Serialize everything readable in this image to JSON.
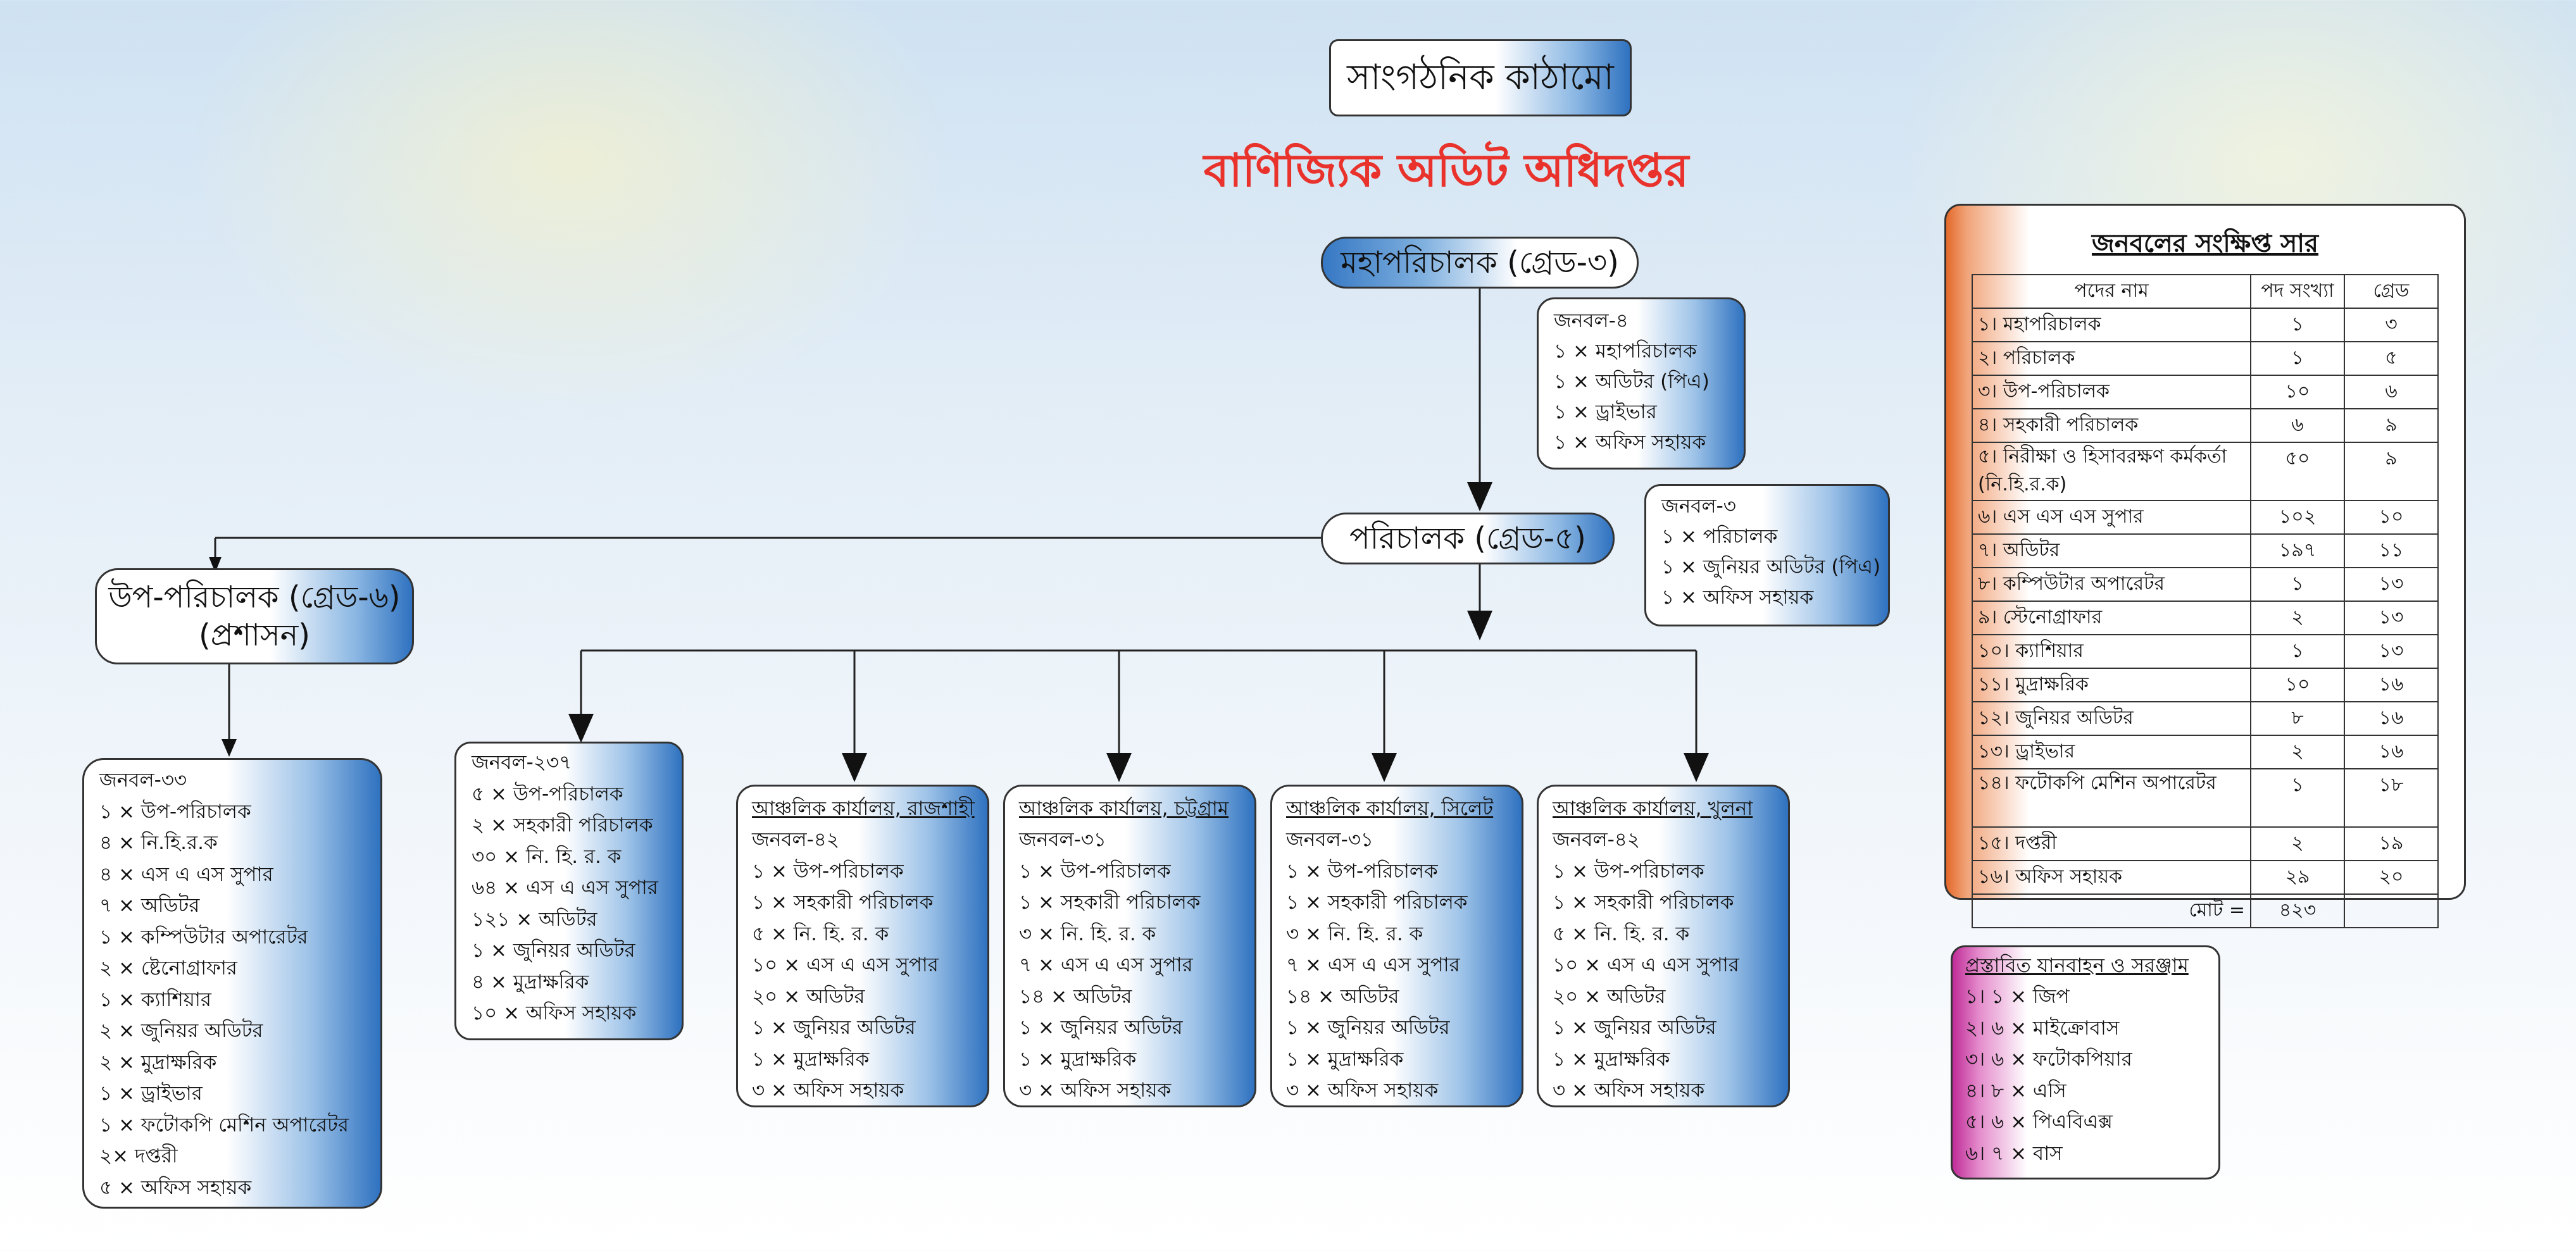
{
  "header": {
    "badge": "সাংগঠনিক কাঠামো",
    "title": "বাণিজ্যিক অডিট অধিদপ্তর"
  },
  "top": {
    "label": "মহাপরিচালক (গ্রেড-৩)",
    "manpower_label": "জনবল-৪",
    "items": [
      "১ × মহাপরিচালক",
      "১ × অডিটর (পিএ)",
      "১ × ড্রাইভার",
      "১ × অফিস সহায়ক"
    ]
  },
  "director": {
    "label": "পরিচালক (গ্রেড-৫)",
    "manpower_label": "জনবল-৩",
    "items": [
      "১ × পরিচালক",
      "১ × জুনিয়র অডিটর (পিএ)",
      "১ × অফিস সহায়ক"
    ]
  },
  "admin": {
    "label_line1": "উপ-পরিচালক (গ্রেড-৬)",
    "label_line2": "(প্রশাসন)",
    "manpower_label": "জনবল-৩৩",
    "items": [
      "১ × উপ-পরিচালক",
      "৪ × নি.হি.র.ক",
      "৪ × এস এ এস সুপার",
      "৭ × অডিটর",
      "১ × কম্পিউটার অপারেটর",
      "২ × ষ্টেনোগ্রাফার",
      "১ × ক্যাশিয়ার",
      "২ × জুনিয়র অডিটর",
      "২ × মুদ্রাক্ষরিক",
      "১ × ড্রাইভার",
      "১ × ফটোকপি মেশিন অপারেটর",
      "২× দপ্তরী",
      "৫ × অফিস সহায়ক"
    ]
  },
  "hq": {
    "manpower_label": "জনবল-২৩৭",
    "items": [
      "৫ × উপ-পরিচালক",
      "২ × সহকারী পরিচালক",
      "৩০ × নি. হি. র. ক",
      "৬৪ × এস এ এস সুপার",
      "১২১ × অডিটর",
      "১ × জুনিয়র অডিটর",
      "৪ × মুদ্রাক্ষরিক",
      "১০ × অফিস সহায়ক"
    ]
  },
  "regions": [
    {
      "title": "আঞ্চলিক কার্যালয়, রাজশাহী",
      "manpower_label": "জনবল-৪২",
      "items": [
        "১ × উপ-পরিচালক",
        "১ × সহকারী পরিচালক",
        "৫ × নি. হি. র. ক",
        "১০ × এস এ এস সুপার",
        "২০ × অডিটর",
        "১ × জুনিয়র অডিটর",
        "১ × মুদ্রাক্ষরিক",
        "৩ × অফিস সহায়ক"
      ]
    },
    {
      "title": "আঞ্চলিক কার্যালয়, চট্টগ্রাম",
      "manpower_label": "জনবল-৩১",
      "items": [
        "১ × উপ-পরিচালক",
        "১ × সহকারী পরিচালক",
        "৩ × নি. হি. র. ক",
        "৭ × এস এ এস সুপার",
        "১৪ × অডিটর",
        "১ × জুনিয়র অডিটর",
        "১ × মুদ্রাক্ষরিক",
        "৩ × অফিস সহায়ক"
      ]
    },
    {
      "title": "আঞ্চলিক কার্যালয়, সিলেট",
      "manpower_label": "জনবল-৩১",
      "items": [
        "১ × উপ-পরিচালক",
        "১ × সহকারী পরিচালক",
        "৩ × নি. হি. র. ক",
        "৭ × এস এ এস সুপার",
        "১৪ × অডিটর",
        "১ × জুনিয়র অডিটর",
        "১ × মুদ্রাক্ষরিক",
        "৩ × অফিস সহায়ক"
      ]
    },
    {
      "title": "আঞ্চলিক কার্যালয়, খুলনা",
      "manpower_label": "জনবল-৪২",
      "items": [
        "১ × উপ-পরিচালক",
        "১ × সহকারী পরিচালক",
        "৫ × নি. হি. র. ক",
        "১০ × এস এ এস সুপার",
        "২০ × অডিটর",
        "১ × জুনিয়র অডিটর",
        "১ × মুদ্রাক্ষরিক",
        "৩ × অফিস সহায়ক"
      ]
    }
  ],
  "summary": {
    "title": "জনবলের সংক্ষিপ্ত সার",
    "columns": [
      "পদের নাম",
      "পদ সংখ্যা",
      "গ্রেড"
    ],
    "rows": [
      [
        "১। মহাপরিচালক",
        "১",
        "৩"
      ],
      [
        "২। পরিচালক",
        "১",
        "৫"
      ],
      [
        "৩। উপ-পরিচালক",
        "১০",
        "৬"
      ],
      [
        "৪। সহকারী পরিচালক",
        "৬",
        "৯"
      ],
      [
        "৫। নিরীক্ষা ও হিসাবরক্ষণ কর্মকর্তা (নি.হি.র.ক)",
        "৫০",
        "৯"
      ],
      [
        "৬। এস এস এস সুপার",
        "১০২",
        "১০"
      ],
      [
        "৭। অডিটর",
        "১৯৭",
        "১১"
      ],
      [
        "৮। কম্পিউটার অপারেটর",
        "১",
        "১৩"
      ],
      [
        "৯। স্টেনোগ্রাফার",
        "২",
        "১৩"
      ],
      [
        "১০। ক্যাশিয়ার",
        "১",
        "১৩"
      ],
      [
        "১১। মুদ্রাক্ষরিক",
        "১০",
        "১৬"
      ],
      [
        "১২। জুনিয়র অডিটর",
        "৮",
        "১৬"
      ],
      [
        "১৩। ড্রাইভার",
        "২",
        "১৬"
      ],
      [
        "১৪। ফটোকপি মেশিন অপারেটর",
        "১",
        "১৮"
      ],
      [
        "১৫। দপ্তরী",
        "২",
        "১৯"
      ],
      [
        "১৬। অফিস সহায়ক",
        "২৯",
        "২০"
      ]
    ],
    "total_label": "মোট =",
    "total_value": "৪২৩"
  },
  "vehicles": {
    "title": "প্রস্তাবিত যানবাহন ও সরঞ্জাম",
    "items": [
      "১। ১ × জিপ",
      "২। ৬ × মাইক্রোবাস",
      "৩। ৬ × ফটোকপিয়ার",
      "৪। ৮ × এসি",
      "৫। ৬ × পিএবিএক্স",
      "৬। ৭ × বাস"
    ]
  },
  "colors": {
    "title_red": "#e8322b",
    "box_blue": "#2f72c0",
    "accent_orange": "#e4692a",
    "accent_magenta": "#c02c98"
  }
}
